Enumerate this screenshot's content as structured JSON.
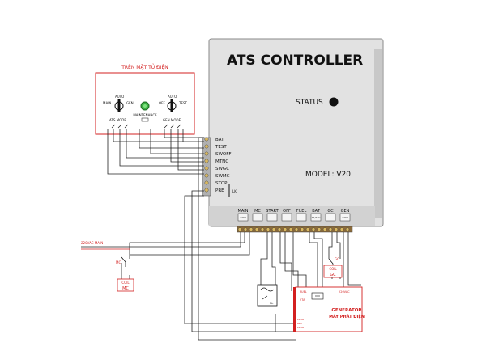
{
  "controller": {
    "title": "ATS CONTROLLER",
    "status_label": "STATUS",
    "model": "MODEL: V20",
    "left_terminals": [
      "BAT",
      "TEST",
      "SWOFF",
      "MTNC",
      "SWGC",
      "SWMC",
      "STOP",
      "PRE"
    ],
    "bottom_terminals": [
      {
        "name": "MAIN",
        "sub": "220V"
      },
      {
        "name": "MC",
        "sub": ""
      },
      {
        "name": "START",
        "sub": ""
      },
      {
        "name": "OFF",
        "sub": ""
      },
      {
        "name": "FUEL",
        "sub": ""
      },
      {
        "name": "BAT",
        "sub": "12/24V"
      },
      {
        "name": "GC",
        "sub": ""
      },
      {
        "name": "GEN",
        "sub": "220V"
      }
    ]
  },
  "panel": {
    "title": "TRÊN MẶT TỦ ĐIỆN",
    "ats_mode": {
      "label": "ATS MODE",
      "main": "MAIN",
      "auto": "AUTO",
      "gen": "GEN"
    },
    "maintenance": {
      "label": "MAINTENANCE"
    },
    "gen_mode": {
      "label": "GEN MODE",
      "off": "OFF",
      "auto": "AUTO",
      "test": "TEST"
    }
  },
  "main_supply": {
    "label": "220VAC MAIN"
  },
  "mc_contactor": {
    "coil": "COIL",
    "name": "MC",
    "contact": "MC"
  },
  "gc_contactor": {
    "coil": "COIL",
    "name": "GC",
    "contact": "GC"
  },
  "generator": {
    "title": "GENERATOR",
    "subtitle": "MÁY PHÁT ĐIỆN",
    "fuel": "FUEL",
    "start": "STA",
    "output": "220VAC",
    "stop_pre": [
      "STOP",
      "PRE",
      "STOP"
    ],
    "relay": "RL"
  },
  "colors": {
    "controller_body": "#dcdcdc",
    "wire": "#222222",
    "red": "#d32020",
    "green_led": "#3cb043"
  }
}
